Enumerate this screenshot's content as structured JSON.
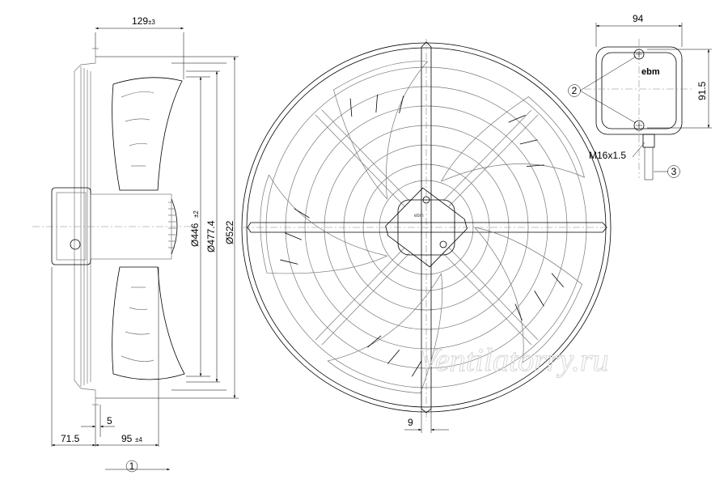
{
  "dimensions": {
    "depth_main": "129",
    "depth_main_tol": "±3",
    "dia_446": "Ø446",
    "dia_446_tol": "±2",
    "dia_477": "Ø477.4",
    "dia_522": "Ø522",
    "left_71": "71.5",
    "offset_5": "5",
    "depth_95": "95",
    "depth_95_tol": "±4",
    "front_9": "9",
    "box_width": "94",
    "box_height": "91.5",
    "cable_gland": "M16x1.5"
  },
  "callouts": {
    "c1": "1",
    "c2": "2",
    "c3": "3"
  },
  "brand": "ebm",
  "watermark": "Ventilatorry.ru"
}
